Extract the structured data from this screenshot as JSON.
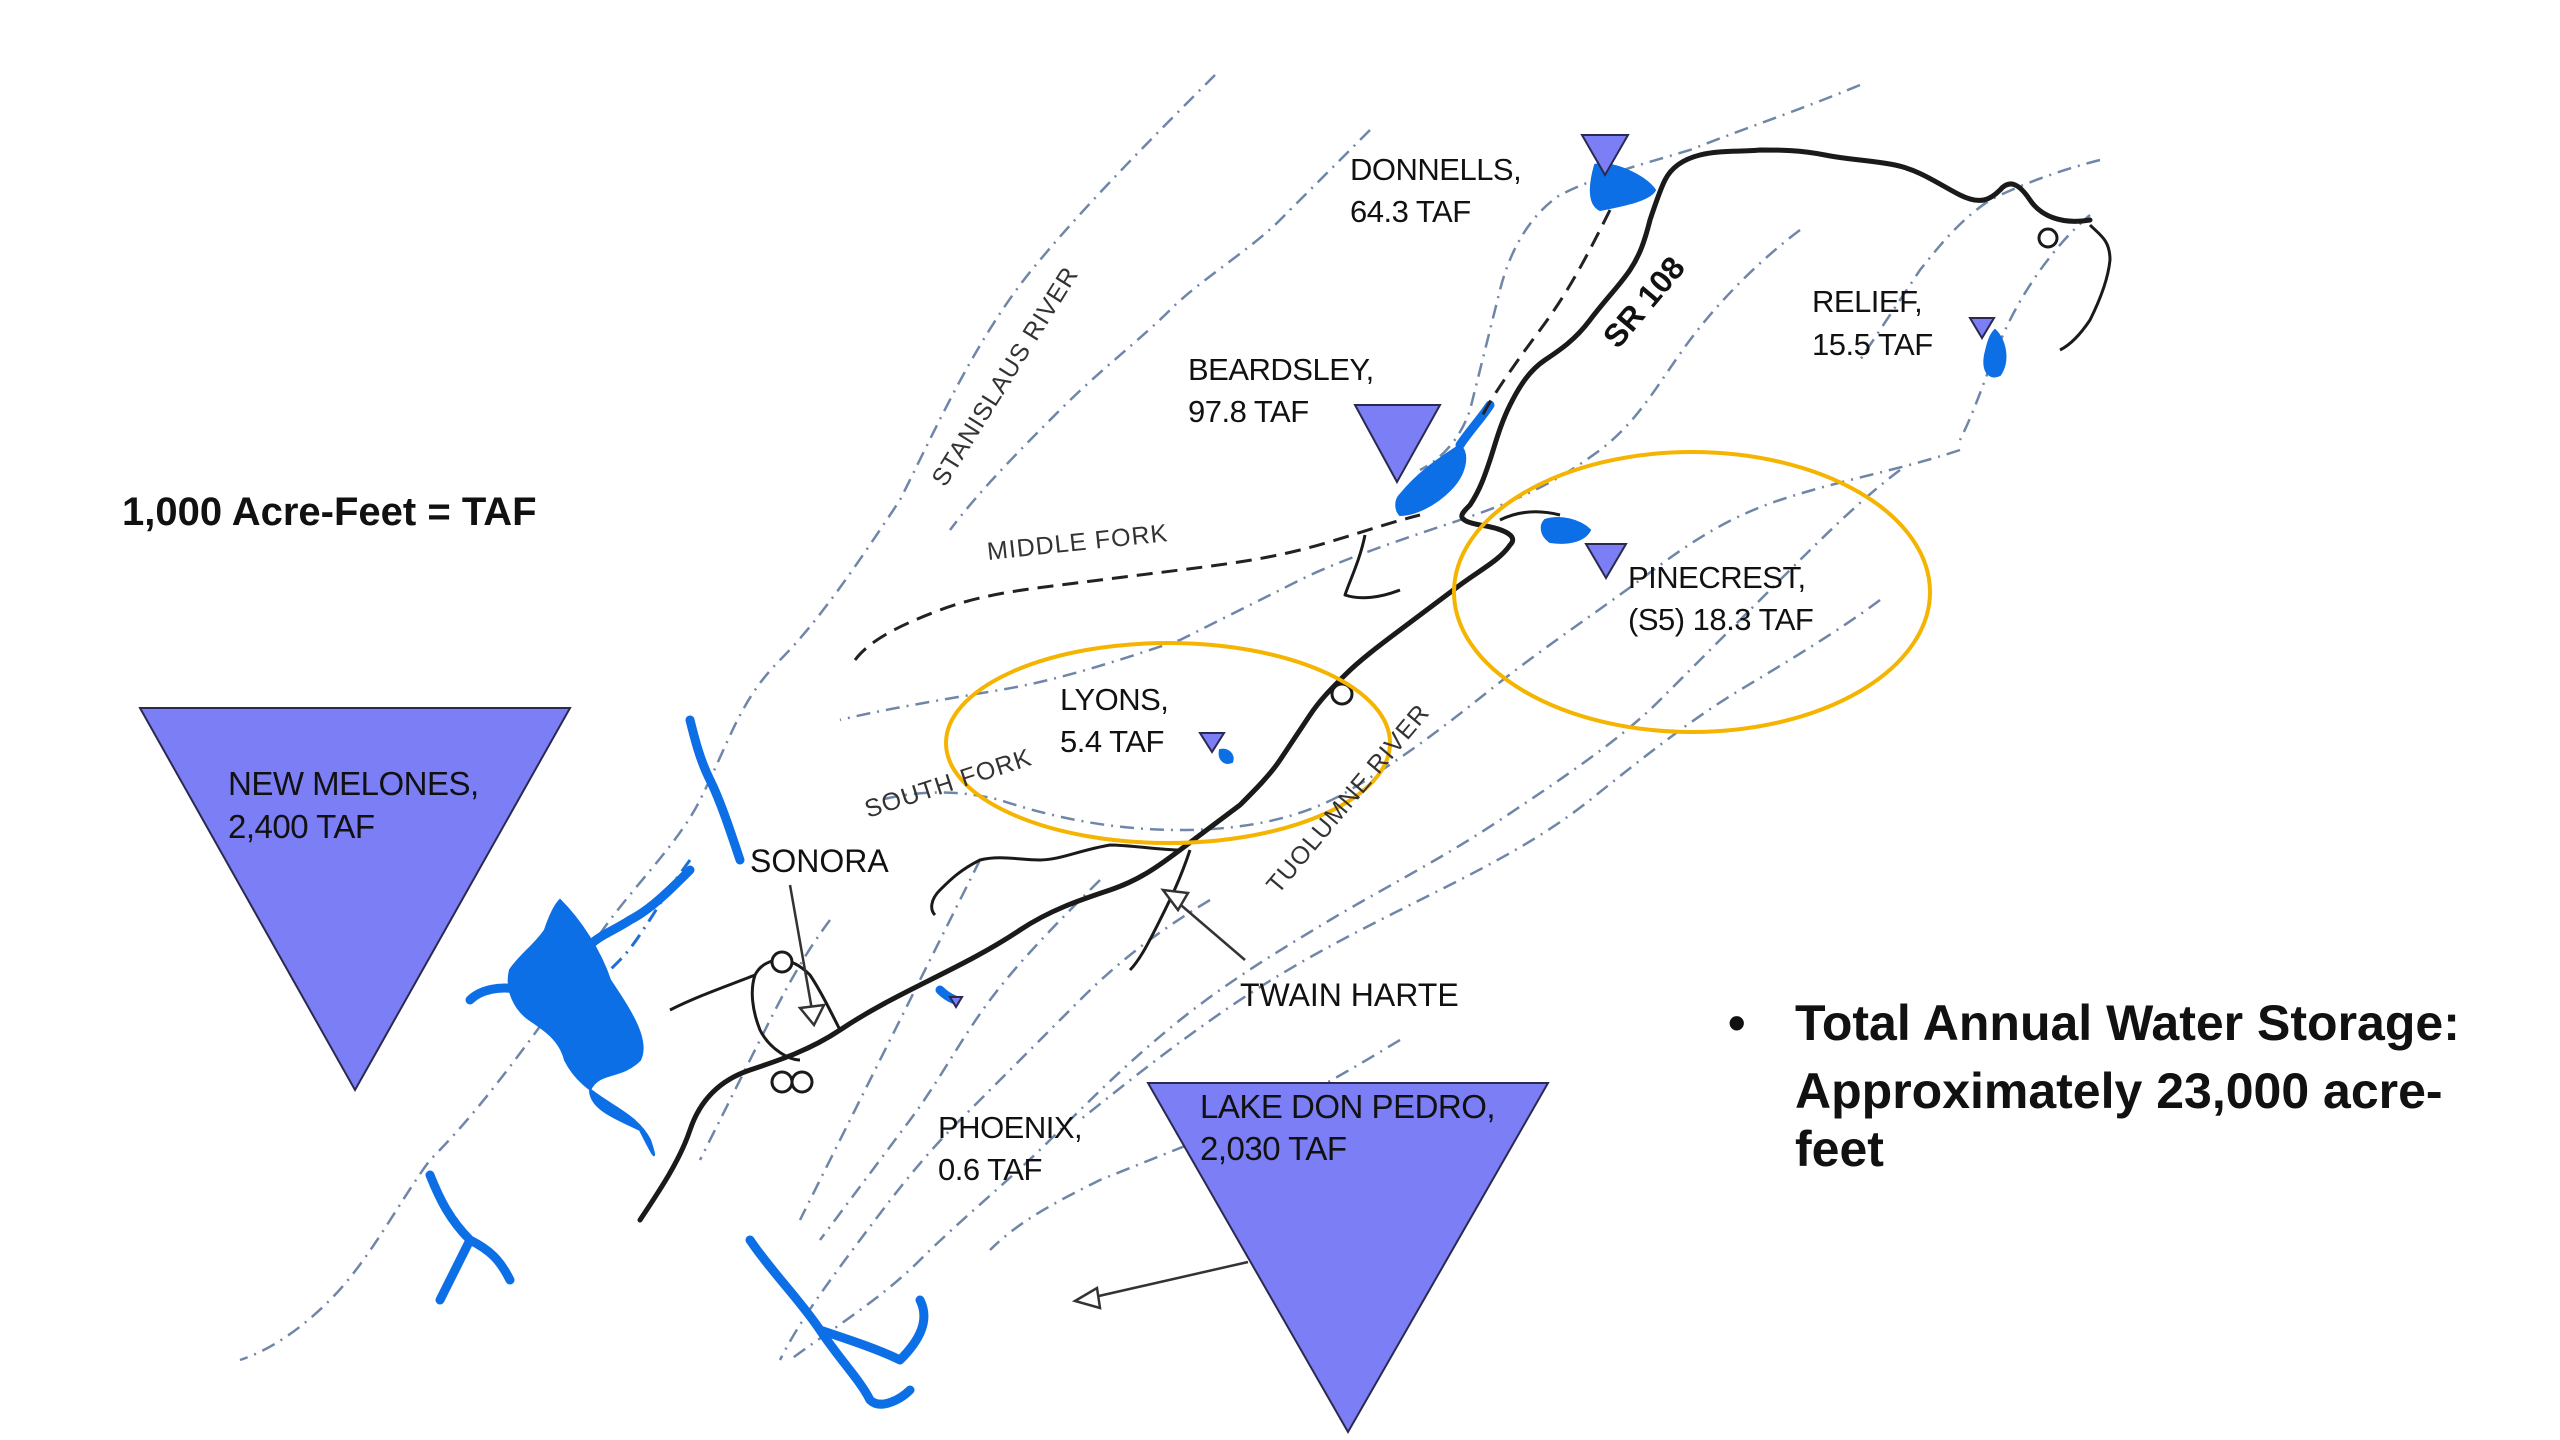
{
  "conversion_note": "1,000 Acre-Feet = TAF",
  "summary": {
    "bullet": "•",
    "lines": [
      "Total Annual Water Storage:",
      "Approximately 23,000 acre-",
      "feet"
    ]
  },
  "reservoirs": {
    "donnells": {
      "name": "DONNELLS,",
      "capacity": "64.3 TAF"
    },
    "beardsley": {
      "name": "BEARDSLEY,",
      "capacity": "97.8 TAF"
    },
    "relief": {
      "name": "RELIEF,",
      "capacity": "15.5 TAF"
    },
    "pinecrest": {
      "name": "PINECREST,",
      "capacity": "(S5) 18.3 TAF"
    },
    "lyons": {
      "name": "LYONS,",
      "capacity": "5.4 TAF"
    },
    "phoenix": {
      "name": "PHOENIX,",
      "capacity": "0.6 TAF"
    },
    "new_melones": {
      "name": "NEW MELONES,",
      "capacity": "2,400 TAF"
    },
    "lake_don_pedro": {
      "name": "LAKE DON PEDRO,",
      "capacity": "2,030 TAF"
    }
  },
  "rivers": {
    "stanislaus": "STANISLAUS RIVER",
    "middle_fork": "MIDDLE FORK",
    "south_fork": "SOUTH FORK",
    "tuolumne": "TUOLUMNE RIVER"
  },
  "roads": {
    "sr108": "SR 108"
  },
  "towns": {
    "sonora": "SONORA",
    "twain_harte": "TWAIN HARTE"
  },
  "colors": {
    "reservoir_marker": "#7b7ef4",
    "water": "#0d6fe6",
    "highlight_circle": "#f4b400",
    "river_line": "#6f86a8"
  }
}
